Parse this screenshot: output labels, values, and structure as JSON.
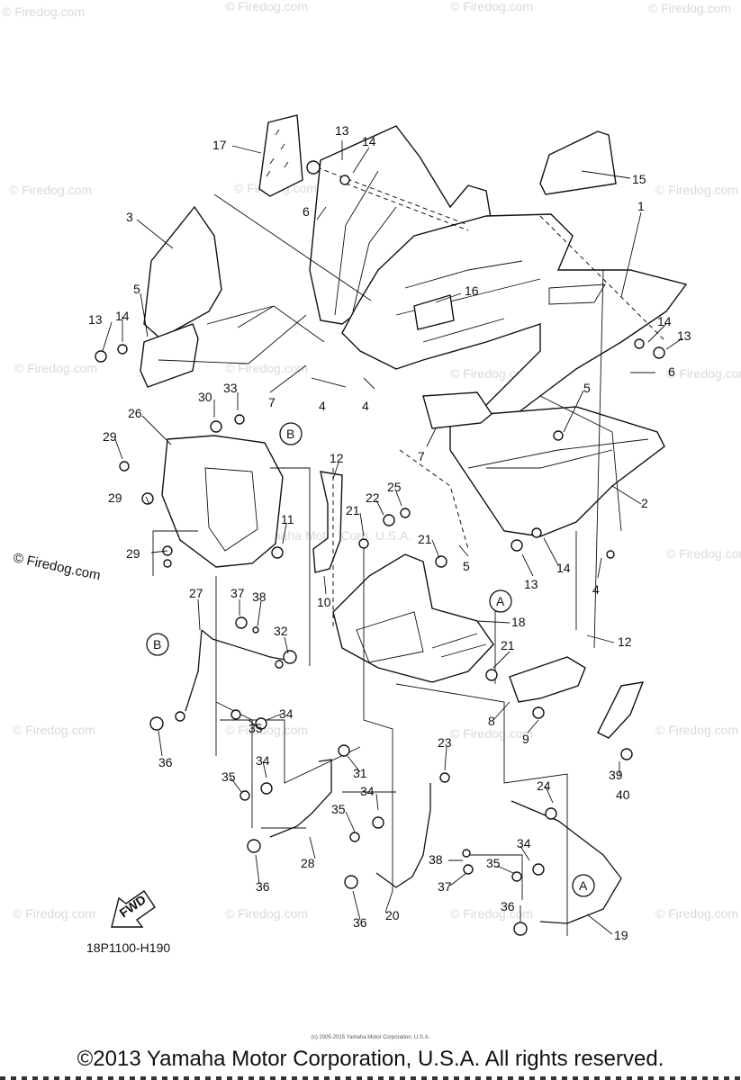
{
  "watermark": "© Firedog.com",
  "center_watermark": "© Yamaha Motor Corp. U.S.A.",
  "diagram_code": "18P1100-H190",
  "fwd_label": "FWD",
  "copyright": "©2013 Yamaha Motor Corporation, U.S.A. All rights reserved.",
  "tiny_copyright": "(c) 2005-2015 Yamaha Motor Corporation, U.S.A.",
  "callouts": [
    {
      "id": "c17",
      "text": "17"
    },
    {
      "id": "c13a",
      "text": "13"
    },
    {
      "id": "c14a",
      "text": "14"
    },
    {
      "id": "c15",
      "text": "15"
    },
    {
      "id": "c3",
      "text": "3"
    },
    {
      "id": "c6a",
      "text": "6"
    },
    {
      "id": "c1",
      "text": "1"
    },
    {
      "id": "c5a",
      "text": "5"
    },
    {
      "id": "c13b",
      "text": "13"
    },
    {
      "id": "c14b",
      "text": "14"
    },
    {
      "id": "c16",
      "text": "16"
    },
    {
      "id": "c14c",
      "text": "14"
    },
    {
      "id": "c13c",
      "text": "13"
    },
    {
      "id": "c6b",
      "text": "6"
    },
    {
      "id": "c7a",
      "text": "7"
    },
    {
      "id": "c4a",
      "text": "4"
    },
    {
      "id": "c4b",
      "text": "4"
    },
    {
      "id": "c30",
      "text": "30"
    },
    {
      "id": "c33",
      "text": "33"
    },
    {
      "id": "c5b",
      "text": "5"
    },
    {
      "id": "c26",
      "text": "26"
    },
    {
      "id": "c29a",
      "text": "29"
    },
    {
      "id": "c7b",
      "text": "7"
    },
    {
      "id": "c12a",
      "text": "12"
    },
    {
      "id": "c2",
      "text": "2"
    },
    {
      "id": "c22",
      "text": "22"
    },
    {
      "id": "c25",
      "text": "25"
    },
    {
      "id": "c29b",
      "text": "29"
    },
    {
      "id": "c21a",
      "text": "21"
    },
    {
      "id": "c11",
      "text": "11"
    },
    {
      "id": "c29c",
      "text": "29"
    },
    {
      "id": "c21b",
      "text": "21"
    },
    {
      "id": "c5c",
      "text": "5"
    },
    {
      "id": "c14d",
      "text": "14"
    },
    {
      "id": "c13d",
      "text": "13"
    },
    {
      "id": "c4c",
      "text": "4"
    },
    {
      "id": "c10",
      "text": "10"
    },
    {
      "id": "c27",
      "text": "27"
    },
    {
      "id": "c37a",
      "text": "37"
    },
    {
      "id": "c38a",
      "text": "38"
    },
    {
      "id": "c18",
      "text": "18"
    },
    {
      "id": "c12b",
      "text": "12"
    },
    {
      "id": "c32",
      "text": "32"
    },
    {
      "id": "c21c",
      "text": "21"
    },
    {
      "id": "c34a",
      "text": "34"
    },
    {
      "id": "c35a",
      "text": "35"
    },
    {
      "id": "c8",
      "text": "8"
    },
    {
      "id": "c9",
      "text": "9"
    },
    {
      "id": "c36a",
      "text": "36"
    },
    {
      "id": "c31",
      "text": "31"
    },
    {
      "id": "c23",
      "text": "23"
    },
    {
      "id": "c39",
      "text": "39"
    },
    {
      "id": "c40",
      "text": "40"
    },
    {
      "id": "c34b",
      "text": "34"
    },
    {
      "id": "c35b",
      "text": "35"
    },
    {
      "id": "c24",
      "text": "24"
    },
    {
      "id": "c34c",
      "text": "34"
    },
    {
      "id": "c35c",
      "text": "35"
    },
    {
      "id": "c34d",
      "text": "34"
    },
    {
      "id": "c28",
      "text": "28"
    },
    {
      "id": "c38b",
      "text": "38"
    },
    {
      "id": "c35d",
      "text": "35"
    },
    {
      "id": "c36b",
      "text": "36"
    },
    {
      "id": "c37b",
      "text": "37"
    },
    {
      "id": "c36c",
      "text": "36"
    },
    {
      "id": "c20",
      "text": "20"
    },
    {
      "id": "c36d",
      "text": "36"
    },
    {
      "id": "c19",
      "text": "19"
    }
  ],
  "ref_markers": [
    {
      "id": "rB1",
      "text": "B"
    },
    {
      "id": "rB2",
      "text": "B"
    },
    {
      "id": "rA1",
      "text": "A"
    },
    {
      "id": "rA2",
      "text": "A"
    }
  ]
}
